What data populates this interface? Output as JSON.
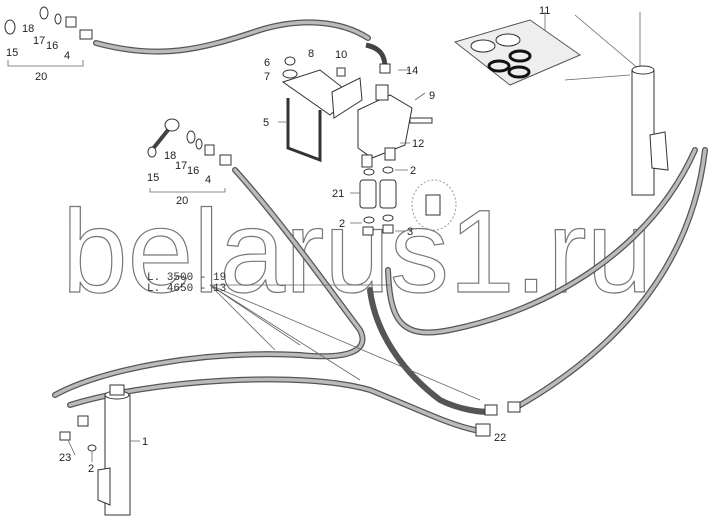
{
  "watermark": "belarus1.ru",
  "hose_lengths": [
    "L. 3500 - 19",
    "L. 4650 - 13"
  ],
  "callouts": {
    "top_left": {
      "c15": "15",
      "c18": "18",
      "c17": "17",
      "c16": "16",
      "c4": "4",
      "c20": "20"
    },
    "middle_left": {
      "c15": "15",
      "c18": "18",
      "c17": "17",
      "c16": "16",
      "c4": "4",
      "c20": "20"
    },
    "valve": {
      "c6": "6",
      "c7": "7",
      "c8": "8",
      "c10": "10",
      "c14": "14",
      "c9": "9",
      "c5": "5",
      "c12": "12",
      "c2a": "2",
      "c21": "21",
      "c2b": "2",
      "c3": "3"
    },
    "seal_kit": "11",
    "cylinder_left": {
      "c1": "1",
      "c23": "23",
      "c2": "2"
    },
    "tee": "22"
  }
}
